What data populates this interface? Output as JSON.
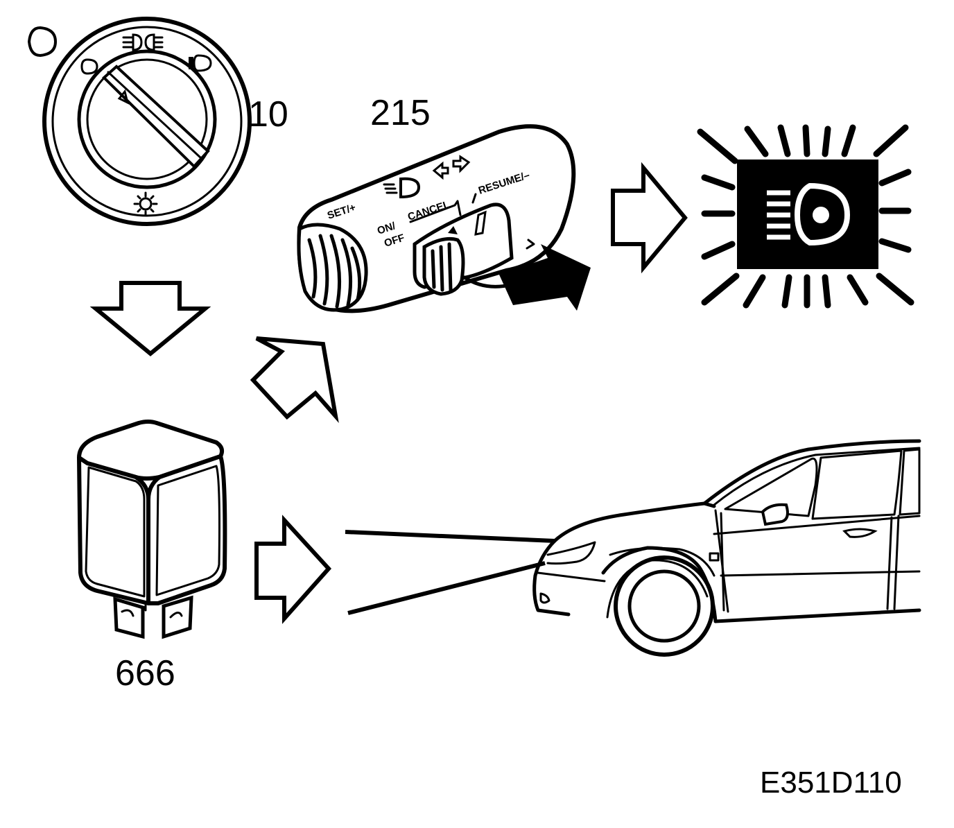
{
  "labels": {
    "light_switch": "10",
    "stalk": "215",
    "relay": "666",
    "figure_code": "E351D110"
  },
  "stalk_text": {
    "set": "SET/+",
    "on_off_1": "ON/",
    "on_off_2": "OFF",
    "cancel": "CANCEL",
    "resume": "RESUME/–"
  },
  "icons": [
    "parking-light-icon",
    "side-light-icon",
    "headlight-icon",
    "fog-light-icon",
    "instrument-dimmer-icon",
    "high-beam-icon",
    "turn-signal-icon",
    "high-beam-indicator-icon"
  ],
  "colors": {
    "ink": "#000000",
    "paper": "#ffffff"
  }
}
